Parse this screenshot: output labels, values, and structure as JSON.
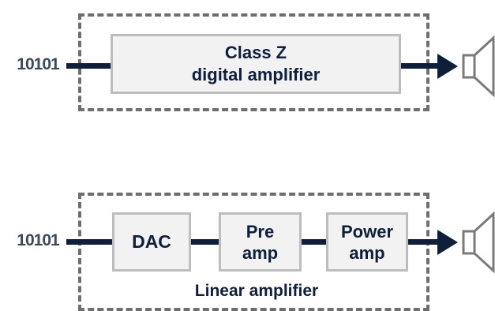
{
  "digital_path": {
    "input_label": "10101",
    "block_title_line1": "Class Z",
    "block_title_line2": "digital amplifier"
  },
  "linear_path": {
    "input_label": "10101",
    "dac_label": "DAC",
    "preamp_line1": "Pre",
    "preamp_line2": "amp",
    "power_line1": "Power",
    "power_line2": "amp",
    "caption": "Linear amplifier"
  },
  "colors": {
    "signal_line": "#0d1f3a",
    "dashed_border": "#6e6e6e",
    "block_fill": "#f2f2f2",
    "block_border": "#bdbdbd",
    "speaker_stroke": "#7a7a7a"
  },
  "icons": [
    "speaker-icon",
    "arrow-right-icon"
  ]
}
